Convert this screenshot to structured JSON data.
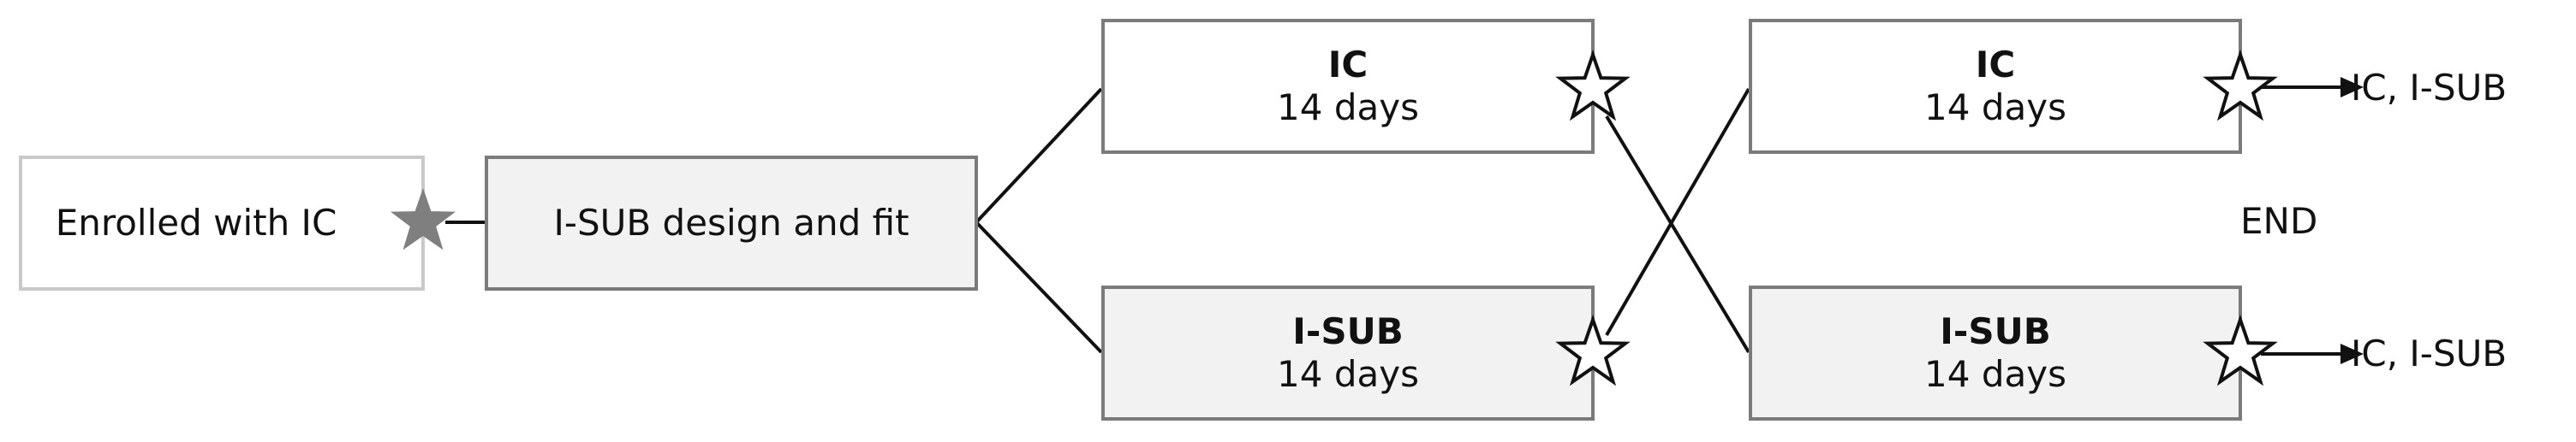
{
  "colors": {
    "box_border": "#7b7b7b",
    "enroll_border": "#c9c9c9",
    "grey_fill": "#f2f2f2",
    "star_filled": "#7f7f7f",
    "line": "#111111"
  },
  "enrolled": {
    "label": "Enrolled with IC",
    "icon": "filled-star-icon"
  },
  "design": {
    "label": "I-SUB design and fit"
  },
  "period1": {
    "top": {
      "title": "IC",
      "duration": "14 days"
    },
    "bottom": {
      "title": "I-SUB",
      "duration": "14 days"
    }
  },
  "period2": {
    "top": {
      "title": "IC",
      "duration": "14 days"
    },
    "bottom": {
      "title": "I-SUB",
      "duration": "14 days"
    }
  },
  "end_label": "END",
  "outcome_top": "IC, I-SUB",
  "outcome_bottom": "IC, I-SUB",
  "icons": [
    "filled-star-icon",
    "outline-star-icon",
    "arrow-icon"
  ]
}
